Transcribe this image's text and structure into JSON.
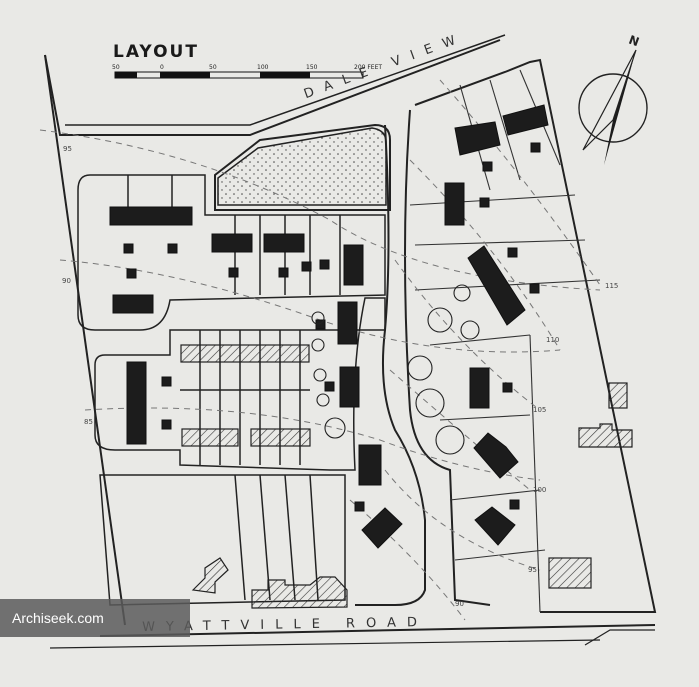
{
  "title": "LAYOUT",
  "scale_bar": {
    "labels": [
      "50",
      "0",
      "50",
      "100",
      "150",
      "200 FEET"
    ]
  },
  "roads": {
    "dale_view": "DALE VIEW",
    "wyattville_road": "WYATTVILLE ROAD"
  },
  "north_label": "N",
  "contours": [
    "95",
    "90",
    "85",
    "115",
    "110",
    "105",
    "100",
    "95",
    "90"
  ],
  "watermark": "Archiseek.com",
  "colors": {
    "paper": "#e9e9e6",
    "ink": "#1a1a1a",
    "building": "#1c1c1c",
    "contour": "#777777"
  }
}
